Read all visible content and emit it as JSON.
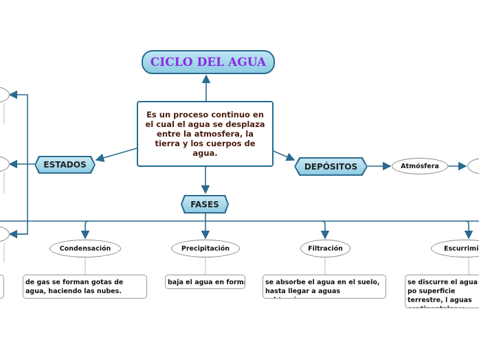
{
  "title": "CICLO DEL AGUA",
  "center_text": "Es un proceso continuo en el cual el agua se desplaza entre la atmosfera, la tierra y los cuerpos de agua.",
  "branches": {
    "estados": "ESTADOS",
    "depositos": "DEPÓSITOS",
    "fases": "FASES"
  },
  "depositos_items": [
    "Atmósfera"
  ],
  "fases_items": [
    {
      "label": "Condensación",
      "note": "de gas se forman gotas de agua, haciendo las nubes."
    },
    {
      "label": "Precipitación",
      "note": "baja el agua en forma."
    },
    {
      "label": "Filtración",
      "note": "se absorbe el agua en el suelo, hasta llegar a aguas subterráneas."
    },
    {
      "label": "Escurrimie",
      "note": "se discurre el agua po superficie terrestre, l aguas continentales y"
    }
  ],
  "colors": {
    "line": "#2a6a8e",
    "title_text": "#8a2be2",
    "center_text": "#4a1a0e"
  }
}
